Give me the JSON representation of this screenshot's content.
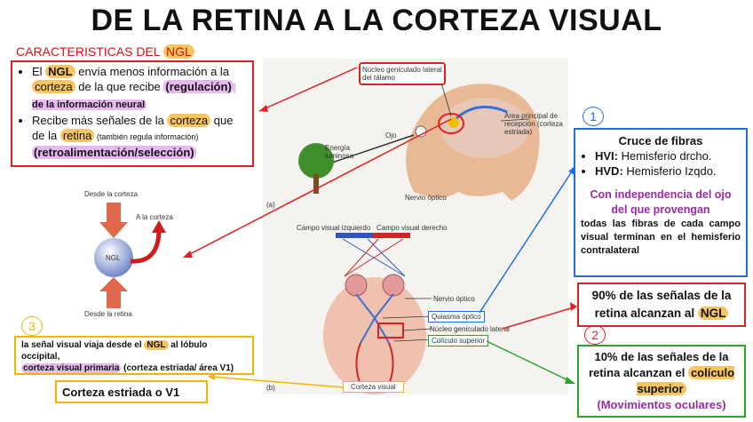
{
  "title": "DE LA RETINA A LA CORTEZA VISUAL",
  "subtitle": {
    "pre": "CARACTERISTICAS  DEL ",
    "ngl": "NGL"
  },
  "left_box": {
    "b1": {
      "t1": "El ",
      "ngl": "NGL",
      "t2": " envía menos información a la ",
      "corteza": "corteza",
      "t3": " de la que recibe ",
      "reg": "(regulación)",
      "t4": " de la información neural"
    },
    "b2": {
      "t1": "Recibe más señales de la ",
      "corteza": "corteza",
      "t2": " que de la ",
      "retina": "retina",
      "t3": " (también regula información) ",
      "ret": "(retroalimentación/selección)"
    }
  },
  "ngl_diagram": {
    "from_cortex": "Desde la corteza",
    "to_cortex": "A la corteza",
    "ngl": "NGL",
    "from_retina": "Desde la retina"
  },
  "figure": {
    "label_a": "(a)",
    "label_b": "(b)",
    "nucleo_top": "Núcleo geniculado lateral del tálamo",
    "ojo": "Ojo",
    "energia": "Energía luminosa",
    "area_principal": "Área principal de recepción (corteza estriada)",
    "nervio_optico_top": "Nervio óptico",
    "campo_izq": "Campo visual izquierdo",
    "campo_der": "Campo visual derecho",
    "nervio_optico": "Nervio óptico",
    "quiasma": "Quiasma óptico",
    "nucleo": "Núcleo geniculado lateral",
    "coliculo": "Colículo superior",
    "corteza_visual": "Corteza visual"
  },
  "blue_box": {
    "heading": "Cruce de fibras",
    "hvi_bold": "HVI:",
    "hvi_text": " Hemisferio drcho.",
    "hvd_bold": "HVD:",
    "hvd_text": " Hemisferio Izqdo.",
    "purple": "Con independencia del ojo del que provengan",
    "body": "todas las fibras de cada campo visual terminan en el hemisferio contralateral"
  },
  "red_box": {
    "text": "90% de las señalas de la retina alcanzan al ",
    "ngl": "NGL"
  },
  "green_box": {
    "text": "10% de las señales de la retina alcanzan el ",
    "coliculo": "colículo superior",
    "mov": "(Movimientos oculares)"
  },
  "yellow_box": {
    "t1": "la señal visual viaja desde el ",
    "ngl": "NGL",
    "t2": " al lóbulo occipital,",
    "cvp": "corteza visual primaria",
    "t3": " (corteza estriada/ área V1)"
  },
  "corteza_v1": "Corteza estriada o V1",
  "num1": "1",
  "num2": "2",
  "num3": "3",
  "colors": {
    "red": "#e02020",
    "blue": "#1f6fe0",
    "green": "#2aa52a",
    "yellow": "#f2b500",
    "purple": "#9a2aa8"
  }
}
